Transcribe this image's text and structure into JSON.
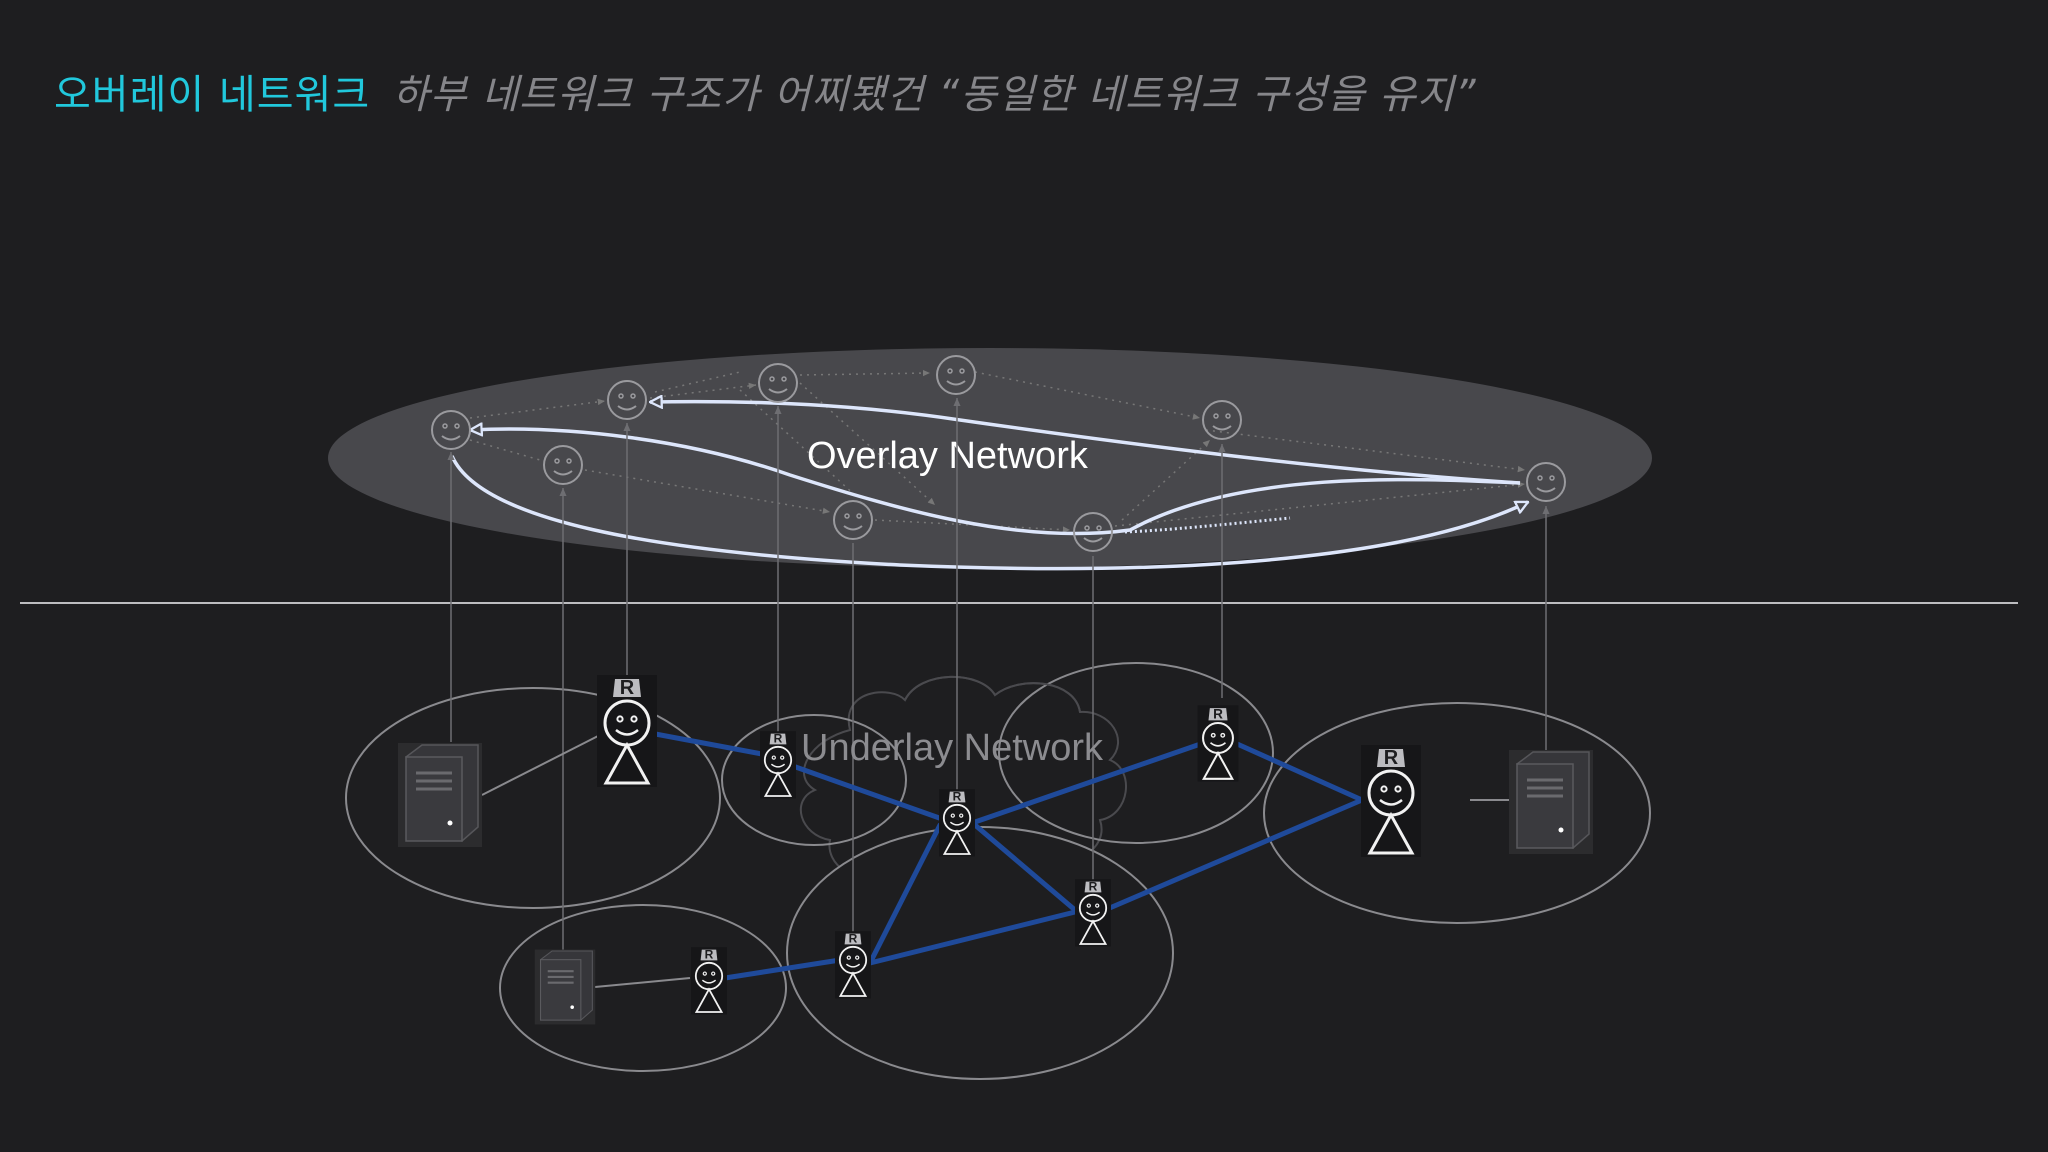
{
  "slide": {
    "title": "오버레이 네트워크",
    "subtitle": "하부 네트워크 구조가 어찌됐건 “동일한 네트워크 구성을 유지”"
  },
  "overlay": {
    "label": "Overlay Network"
  },
  "underlay": {
    "label": "Underlay Network"
  },
  "router_tag": "R",
  "colors": {
    "background": "#1e1e20",
    "title_accent": "#21c8dc",
    "subtitle": "#86868a",
    "overlay_ellipse": "#48484c",
    "overlay_arrow": "#dde6fb",
    "underlay_link": "#1f4a9a",
    "outline": "#8a8a8e"
  }
}
